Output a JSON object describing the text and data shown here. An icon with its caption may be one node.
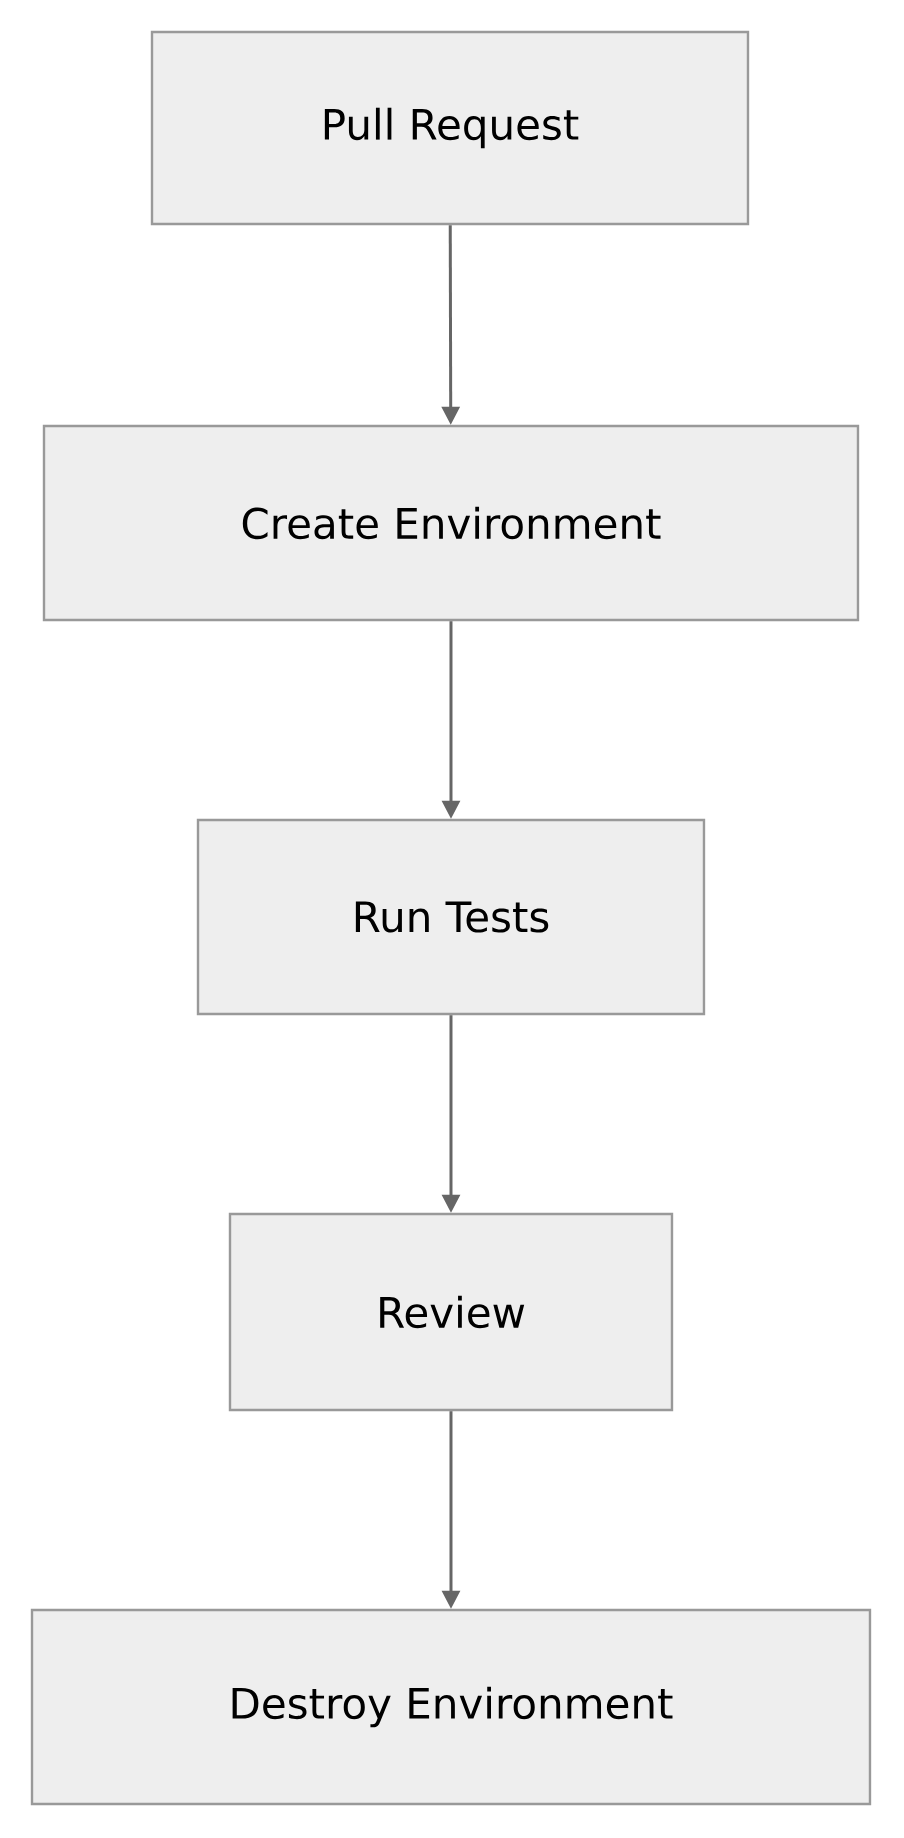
{
  "diagram": {
    "nodes": [
      {
        "text": [
          "Pull Request"
        ]
      },
      {
        "text": [
          "Create Environment"
        ]
      },
      {
        "text": [
          "Run Tests"
        ]
      },
      {
        "text": [
          "Review"
        ]
      },
      {
        "text": [
          "Destroy Environment"
        ]
      }
    ],
    "edges": [
      {
        "from": 0,
        "to": 1,
        "arrow": "to"
      },
      {
        "from": 1,
        "to": 2,
        "arrow": "to"
      },
      {
        "from": 2,
        "to": 3,
        "arrow": "to"
      },
      {
        "from": 3,
        "to": 4,
        "arrow": "to"
      }
    ]
  }
}
